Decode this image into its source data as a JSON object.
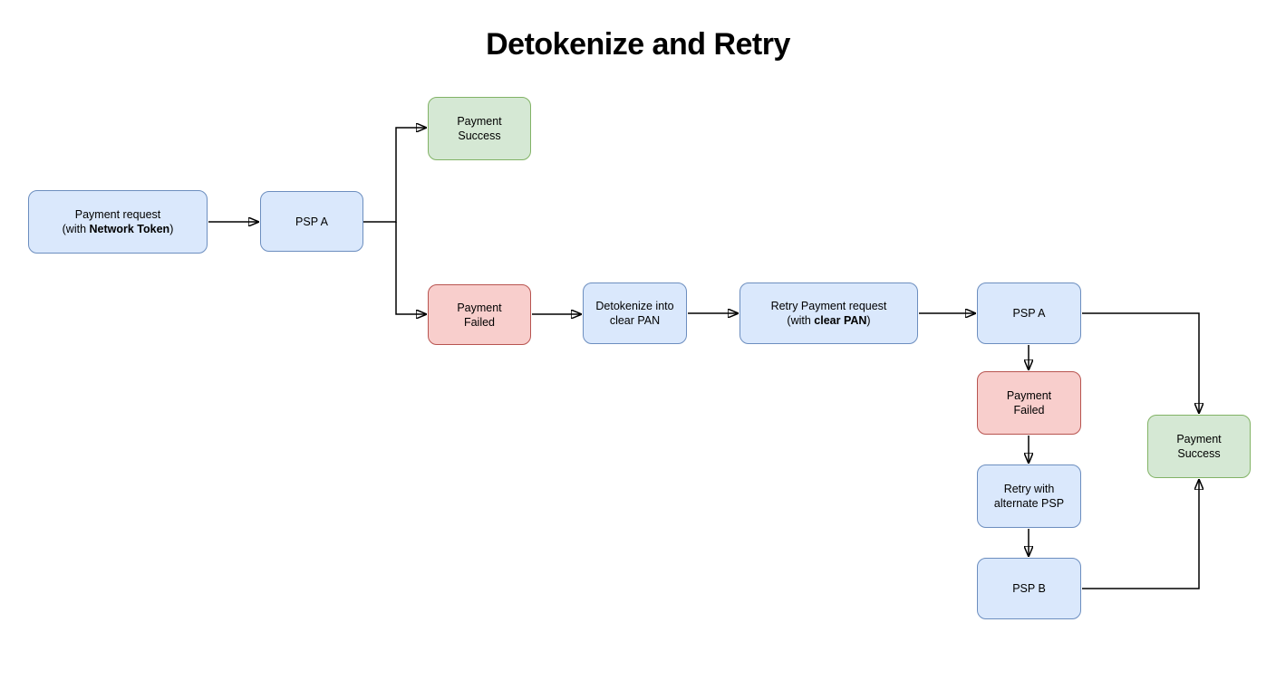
{
  "title": "Detokenize and Retry",
  "colors": {
    "blue_fill": "#dae8fc",
    "blue_stroke": "#6c8ebf",
    "green_fill": "#d5e8d4",
    "green_stroke": "#82b366",
    "red_fill": "#f8cecc",
    "red_stroke": "#b85450",
    "arrow": "#000000"
  },
  "nodes": {
    "payment_request": {
      "line1": "Payment request",
      "line2_prefix": "(with ",
      "line2_bold": "Network Token",
      "line2_suffix": ")",
      "color": "blue"
    },
    "psp_a_1": {
      "line1": "PSP A",
      "color": "blue"
    },
    "payment_success_1": {
      "line1": "Payment",
      "line2": "Success",
      "color": "green"
    },
    "payment_failed_1": {
      "line1": "Payment",
      "line2": "Failed",
      "color": "red"
    },
    "detokenize": {
      "line1": "Detokenize into",
      "line2": "clear PAN",
      "color": "blue"
    },
    "retry_request": {
      "line1": "Retry Payment request",
      "line2_prefix": "(with ",
      "line2_bold": "clear PAN",
      "line2_suffix": ")",
      "color": "blue"
    },
    "psp_a_2": {
      "line1": "PSP A",
      "color": "blue"
    },
    "payment_failed_2": {
      "line1": "Payment",
      "line2": "Failed",
      "color": "red"
    },
    "retry_alternate": {
      "line1": "Retry with",
      "line2": "alternate PSP",
      "color": "blue"
    },
    "psp_b": {
      "line1": "PSP B",
      "color": "blue"
    },
    "payment_success_2": {
      "line1": "Payment",
      "line2": "Success",
      "color": "green"
    }
  },
  "edges": [
    {
      "from": "Payment request (with Network Token)",
      "to": "PSP A"
    },
    {
      "from": "PSP A",
      "to": "Payment Success"
    },
    {
      "from": "PSP A",
      "to": "Payment Failed"
    },
    {
      "from": "Payment Failed",
      "to": "Detokenize into clear PAN"
    },
    {
      "from": "Detokenize into clear PAN",
      "to": "Retry Payment request (with clear PAN)"
    },
    {
      "from": "Retry Payment request (with clear PAN)",
      "to": "PSP A (retry)"
    },
    {
      "from": "PSP A (retry)",
      "to": "Payment Success (after retry)"
    },
    {
      "from": "PSP A (retry)",
      "to": "Payment Failed (retry)"
    },
    {
      "from": "Payment Failed (retry)",
      "to": "Retry with alternate PSP"
    },
    {
      "from": "Retry with alternate PSP",
      "to": "PSP B"
    },
    {
      "from": "PSP B",
      "to": "Payment Success (after retry)"
    }
  ]
}
